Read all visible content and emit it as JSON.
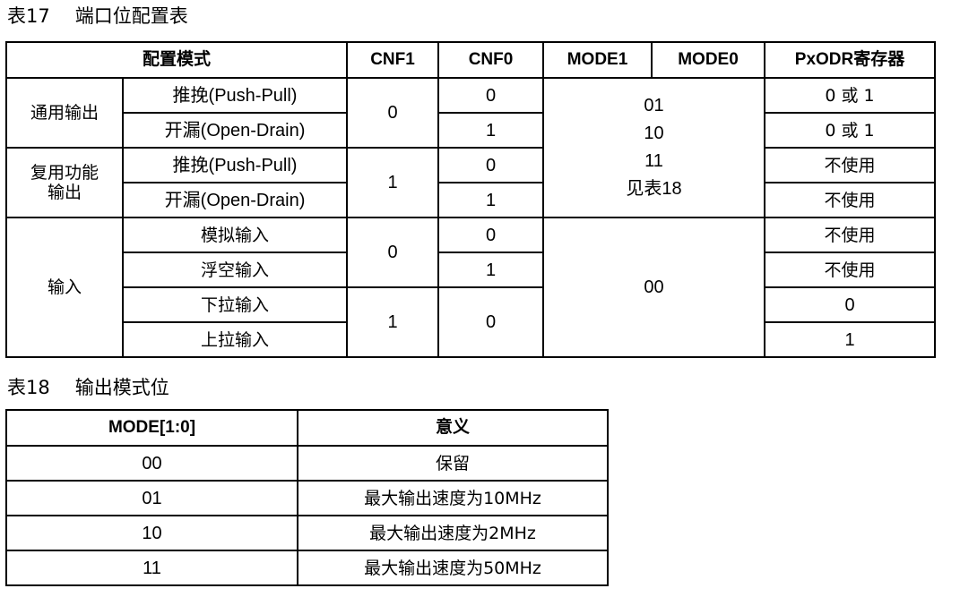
{
  "table17": {
    "caption_num": "表17",
    "caption_title": "端口位配置表",
    "headers": {
      "config_mode": "配置模式",
      "cnf1": "CNF1",
      "cnf0": "CNF0",
      "mode1": "MODE1",
      "mode0": "MODE0",
      "pxodr": "PxODR寄存器"
    },
    "groups": {
      "general_output": "通用输出",
      "alt_output_line1": "复用功能",
      "alt_output_line2": "输出",
      "input": "输入"
    },
    "rows": [
      {
        "sub": "推挽(Push-Pull)",
        "cnf0": "0",
        "pxodr": "0 或 1"
      },
      {
        "sub": "开漏(Open-Drain)",
        "cnf0": "1",
        "pxodr": "0 或 1"
      },
      {
        "sub": "推挽(Push-Pull)",
        "cnf0": "0",
        "pxodr": "不使用"
      },
      {
        "sub": "开漏(Open-Drain)",
        "cnf0": "1",
        "pxodr": "不使用"
      },
      {
        "sub": "模拟输入",
        "cnf0": "0",
        "pxodr": "不使用"
      },
      {
        "sub": "浮空输入",
        "cnf0": "1",
        "pxodr": "不使用"
      },
      {
        "sub": "下拉输入",
        "cnf0": "0",
        "pxodr": "0"
      },
      {
        "sub": "上拉输入",
        "cnf0": "",
        "pxodr": "1"
      }
    ],
    "cnf1_values": {
      "general_output": "0",
      "alt_output": "1",
      "input_a": "0",
      "input_b": "1"
    },
    "output_mode_values": [
      "01",
      "10",
      "11",
      "见表18"
    ],
    "input_mode_value": "00"
  },
  "table18": {
    "caption_num": "表18",
    "caption_title": "输出模式位",
    "headers": {
      "mode": "MODE[1:0]",
      "meaning": "意义"
    },
    "rows": [
      {
        "mode": "00",
        "meaning": "保留"
      },
      {
        "mode": "01",
        "meaning": "最大输出速度为10MHz"
      },
      {
        "mode": "10",
        "meaning": "最大输出速度为2MHz"
      },
      {
        "mode": "11",
        "meaning": "最大输出速度为50MHz"
      }
    ]
  }
}
